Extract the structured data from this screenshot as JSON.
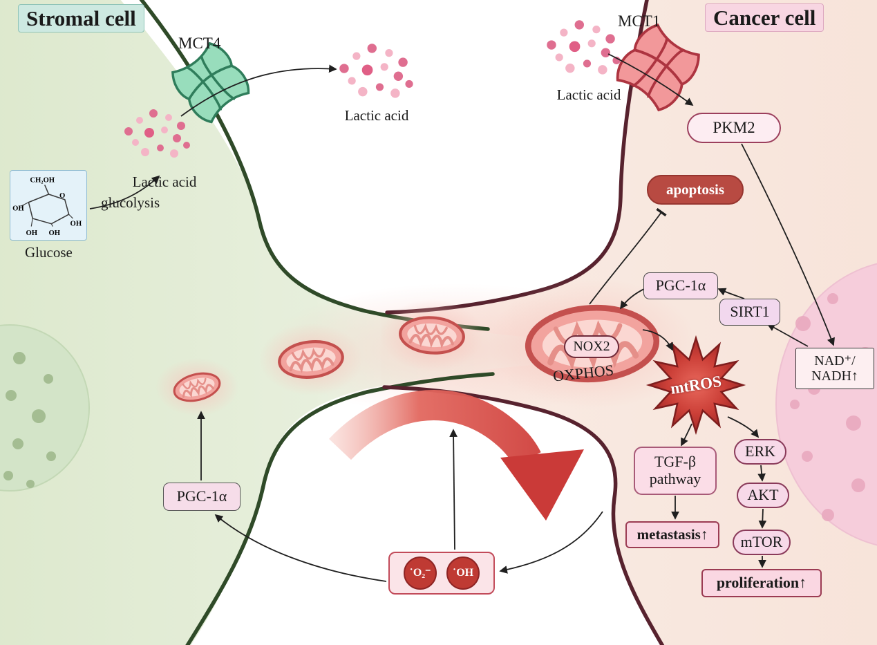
{
  "titles": {
    "stromal": "Stromal cell",
    "cancer": "Cancer cell"
  },
  "stromal": {
    "mct4": "MCT4",
    "lactic_acid": "Lactic acid",
    "glucolysis": "glucolysis",
    "glucose": "Glucose",
    "glucose_structure": {
      "ch2oh": "CH₂OH",
      "ring_o": "O",
      "oh": "OH"
    },
    "pgc1a": "PGC-1α"
  },
  "extracellular": {
    "lactic_acid": "Lactic acid"
  },
  "cancer": {
    "mct1": "MCT1",
    "lactic_acid": "Lactic acid",
    "pkm2": "PKM2",
    "apoptosis": "apoptosis",
    "pgc1a": "PGC-1α",
    "sirt1": "SIRT1",
    "nad_line1": "NAD⁺/",
    "nad_line2": "NADH↑",
    "nox2": "NOX2",
    "oxphos": "OXPHOS",
    "mtros": "mtROS",
    "tgfb_line1": "TGF-β",
    "tgfb_line2": "pathway",
    "erk": "ERK",
    "akt": "AKT",
    "mtor": "mTOR",
    "metastasis": "metastasis↑",
    "proliferation": "proliferation↑"
  },
  "ros_box": {
    "superoxide": "˙O₂⁻",
    "hydroxyl": "˙OH"
  },
  "colors": {
    "stromal_fill": "#e2ecd6",
    "stromal_border": "#2f4a28",
    "cancer_fill": "#f9e9e1",
    "cancer_border": "#57222e",
    "stromal_badge_bg": "#cde9e1",
    "cancer_badge_bg": "#f8d6e2",
    "mct4_fill": "#98ddbc",
    "mct1_fill": "#f2989a",
    "lactic_dot": "#df6e90",
    "mito_fill": "#f2a39e",
    "apoptosis_bg": "#b84a42",
    "mtros_fill": "#cc4038",
    "radical_circle": "#bf3a33",
    "big_arrow_red": "#ca3a38",
    "glucose_box_bg": "#e4f2f9"
  }
}
